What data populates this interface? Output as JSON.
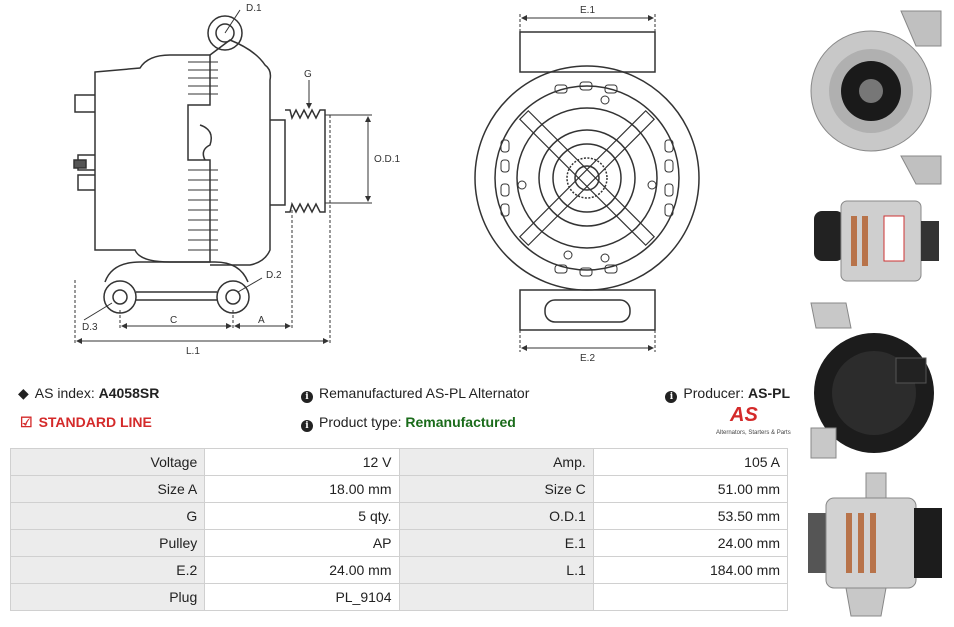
{
  "drawing": {
    "labels": {
      "d1": "D.1",
      "g": "G",
      "od1": "O.D.1",
      "d2": "D.2",
      "d3": "D.3",
      "c": "C",
      "a": "A",
      "l1": "L.1",
      "e1": "E.1",
      "e2": "E.2"
    }
  },
  "info": {
    "as_index_label": "AS index:",
    "as_index_value": "A4058SR",
    "description": "Remanufactured AS-PL Alternator",
    "producer_label": "Producer:",
    "producer_value": "AS-PL",
    "standard_line": "STANDARD LINE",
    "product_type_label": "Product type:",
    "product_type_value": "Remanufactured"
  },
  "logo": {
    "text": "AS",
    "tagline": "Alternators, Starters & Parts"
  },
  "specs": [
    [
      {
        "label": "Voltage",
        "value": "12 V"
      },
      {
        "label": "Amp.",
        "value": "105 A"
      }
    ],
    [
      {
        "label": "Size A",
        "value": "18.00 mm"
      },
      {
        "label": "Size C",
        "value": "51.00 mm"
      }
    ],
    [
      {
        "label": "G",
        "value": "5 qty."
      },
      {
        "label": "O.D.1",
        "value": "53.50 mm"
      }
    ],
    [
      {
        "label": "Pulley",
        "value": "AP"
      },
      {
        "label": "E.1",
        "value": "24.00 mm"
      }
    ],
    [
      {
        "label": "E.2",
        "value": "24.00 mm"
      },
      {
        "label": "L.1",
        "value": "184.00 mm"
      }
    ],
    [
      {
        "label": "Plug",
        "value": "PL_9104"
      },
      {
        "label": "",
        "value": ""
      }
    ]
  ],
  "colors": {
    "accent_red": "#d42a2a",
    "accent_green": "#1a6b1a",
    "label_bg": "#ececec",
    "border": "#d0d0d0"
  }
}
